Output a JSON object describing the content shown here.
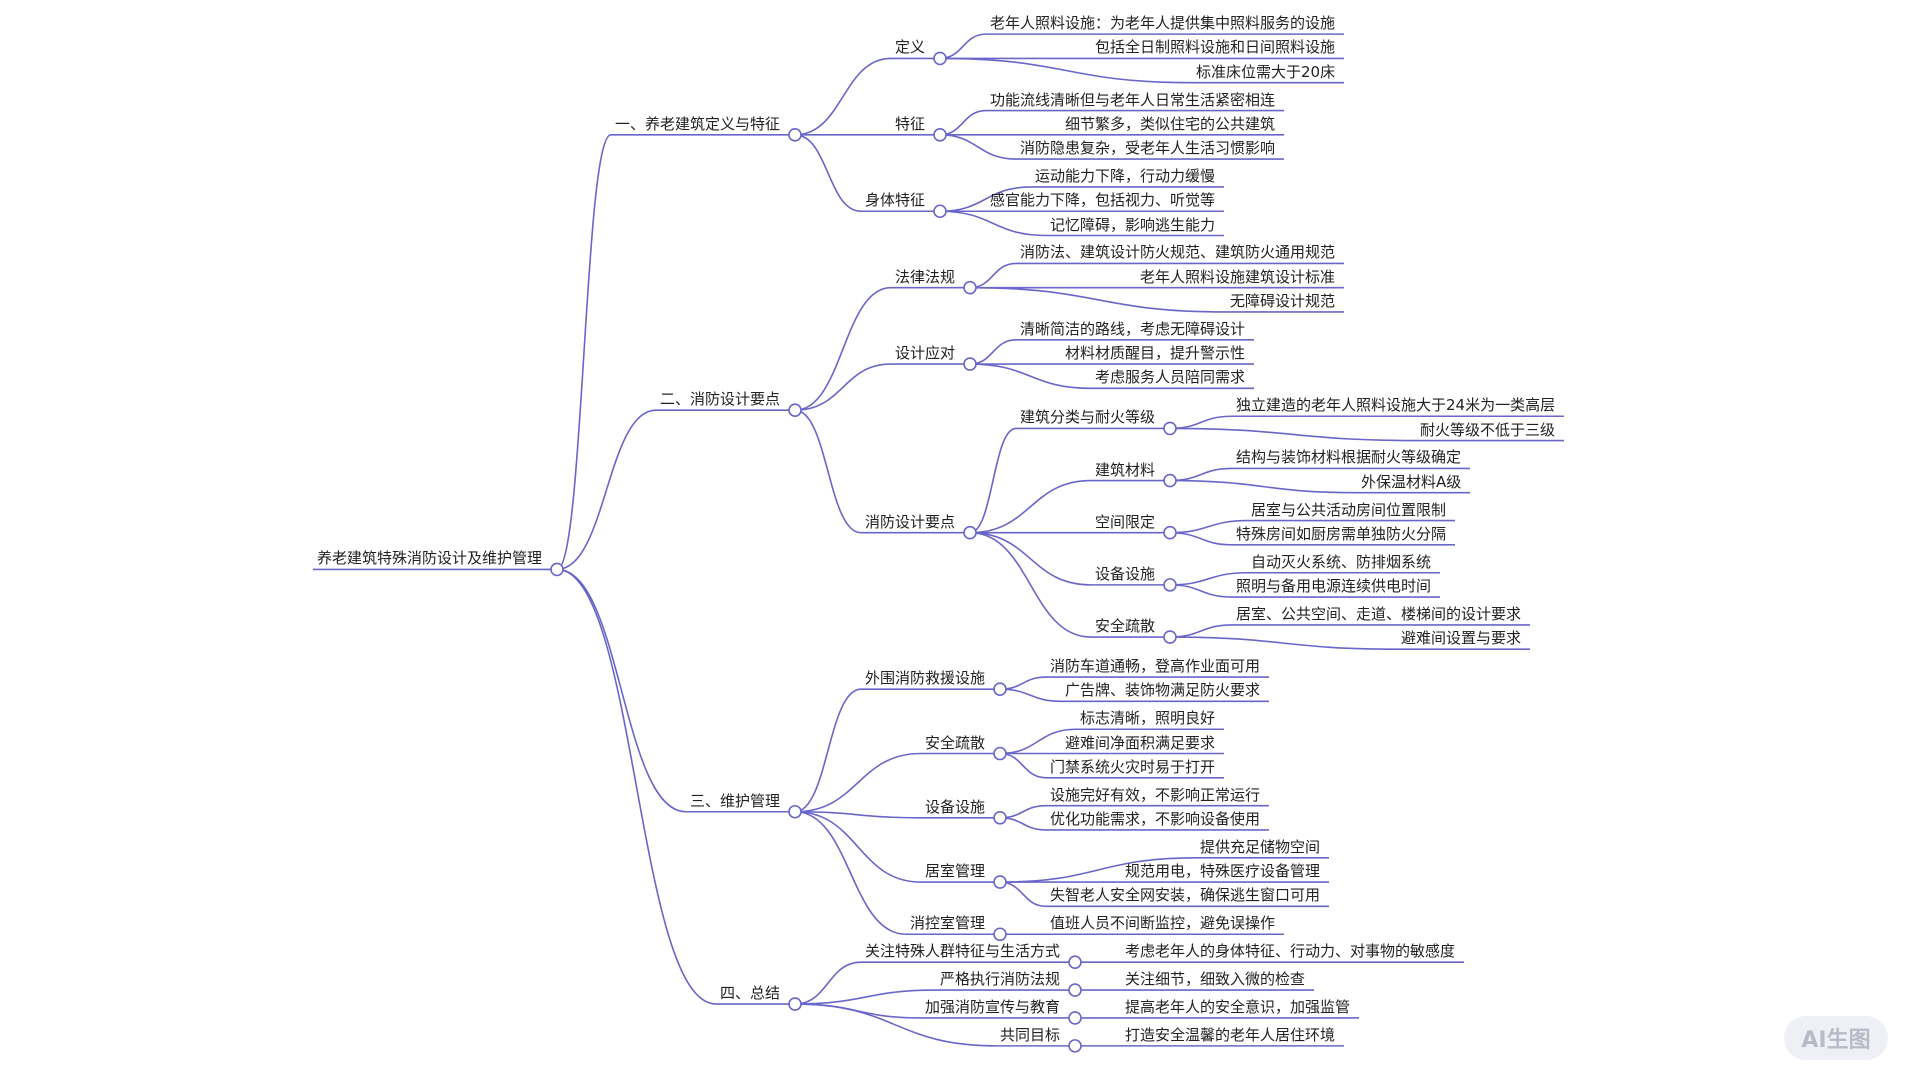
{
  "colors": {
    "line": "#6a66c9",
    "text": "#222222",
    "badge_bg": "#eef0f5",
    "badge_text": "#b7bbc8"
  },
  "badge": {
    "label": "AI生图"
  },
  "root": {
    "label": "养老建筑特殊消防设计及维护管理",
    "children": [
      {
        "label": "一、养老建筑定义与特征",
        "children": [
          {
            "label": "定义",
            "children": [
              {
                "label": "老年人照料设施：为老年人提供集中照料服务的设施"
              },
              {
                "label": "包括全日制照料设施和日间照料设施"
              },
              {
                "label": "标准床位需大于20床"
              }
            ]
          },
          {
            "label": "特征",
            "children": [
              {
                "label": "功能流线清晰但与老年人日常生活紧密相连"
              },
              {
                "label": "细节繁多，类似住宅的公共建筑"
              },
              {
                "label": "消防隐患复杂，受老年人生活习惯影响"
              }
            ]
          },
          {
            "label": "身体特征",
            "children": [
              {
                "label": "运动能力下降，行动力缓慢"
              },
              {
                "label": "感官能力下降，包括视力、听觉等"
              },
              {
                "label": "记忆障碍，影响逃生能力"
              }
            ]
          }
        ]
      },
      {
        "label": "二、消防设计要点",
        "children": [
          {
            "label": "法律法规",
            "children": [
              {
                "label": "消防法、建筑设计防火规范、建筑防火通用规范"
              },
              {
                "label": "老年人照料设施建筑设计标准"
              },
              {
                "label": "无障碍设计规范"
              }
            ]
          },
          {
            "label": "设计应对",
            "children": [
              {
                "label": "清晰简洁的路线，考虑无障碍设计"
              },
              {
                "label": "材料材质醒目，提升警示性"
              },
              {
                "label": "考虑服务人员陪同需求"
              }
            ]
          },
          {
            "label": "消防设计要点",
            "children": [
              {
                "label": "建筑分类与耐火等级",
                "children": [
                  {
                    "label": "独立建造的老年人照料设施大于24米为一类高层"
                  },
                  {
                    "label": "耐火等级不低于三级"
                  }
                ]
              },
              {
                "label": "建筑材料",
                "children": [
                  {
                    "label": "结构与装饰材料根据耐火等级确定"
                  },
                  {
                    "label": "外保温材料A级"
                  }
                ]
              },
              {
                "label": "空间限定",
                "children": [
                  {
                    "label": "居室与公共活动房间位置限制"
                  },
                  {
                    "label": "特殊房间如厨房需单独防火分隔"
                  }
                ]
              },
              {
                "label": "设备设施",
                "children": [
                  {
                    "label": "自动灭火系统、防排烟系统"
                  },
                  {
                    "label": "照明与备用电源连续供电时间"
                  }
                ]
              },
              {
                "label": "安全疏散",
                "children": [
                  {
                    "label": "居室、公共空间、走道、楼梯间的设计要求"
                  },
                  {
                    "label": "避难间设置与要求"
                  }
                ]
              }
            ]
          }
        ]
      },
      {
        "label": "三、维护管理",
        "children": [
          {
            "label": "外围消防救援设施",
            "children": [
              {
                "label": "消防车道通畅，登高作业面可用"
              },
              {
                "label": "广告牌、装饰物满足防火要求"
              }
            ]
          },
          {
            "label": "安全疏散",
            "children": [
              {
                "label": "标志清晰，照明良好"
              },
              {
                "label": "避难间净面积满足要求"
              },
              {
                "label": "门禁系统火灾时易于打开"
              }
            ]
          },
          {
            "label": "设备设施",
            "children": [
              {
                "label": "设施完好有效，不影响正常运行"
              },
              {
                "label": "优化功能需求，不影响设备使用"
              }
            ]
          },
          {
            "label": "居室管理",
            "children": [
              {
                "label": "提供充足储物空间"
              },
              {
                "label": "规范用电，特殊医疗设备管理"
              },
              {
                "label": "失智老人安全网安装，确保逃生窗口可用"
              }
            ]
          },
          {
            "label": "消控室管理",
            "children": [
              {
                "label": "值班人员不间断监控，避免误操作"
              }
            ]
          }
        ]
      },
      {
        "label": "四、总结",
        "children": [
          {
            "label": "关注特殊人群特征与生活方式",
            "children": [
              {
                "label": "考虑老年人的身体特征、行动力、对事物的敏感度"
              }
            ]
          },
          {
            "label": "严格执行消防法规",
            "children": [
              {
                "label": "关注细节，细致入微的检查"
              }
            ]
          },
          {
            "label": "加强消防宣传与教育",
            "children": [
              {
                "label": "提高老年人的安全意识，加强监管"
              }
            ]
          },
          {
            "label": "共同目标",
            "children": [
              {
                "label": "打造安全温馨的老年人居住环境"
              }
            ]
          }
        ]
      }
    ]
  }
}
